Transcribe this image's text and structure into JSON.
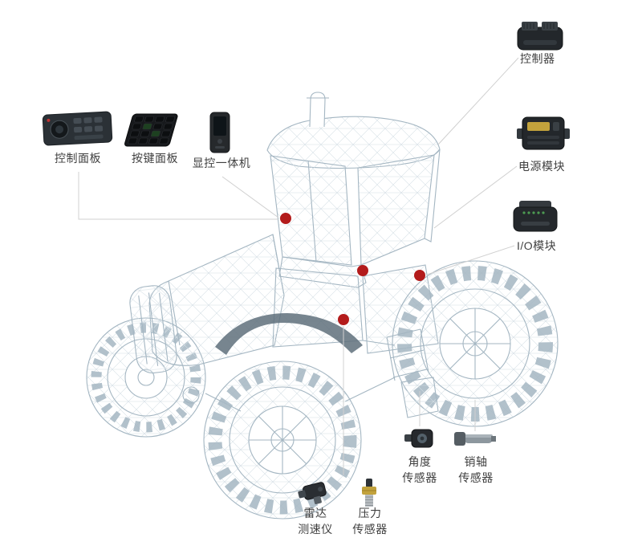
{
  "diagram": {
    "colors": {
      "background": "#ffffff",
      "marker_dot": "#b31b1b",
      "connector_line": "#d0d0d0",
      "wireframe_stroke": "#a4b6c2",
      "label_text": "#3f3f3f"
    },
    "marker_count": 4,
    "components": {
      "control_panel": {
        "label": "控制面板",
        "image": "control-panel-photo"
      },
      "keypad_panel": {
        "label": "按键面板",
        "image": "keypad-panel-photo"
      },
      "display_unit": {
        "label": "显控一体机",
        "image": "display-unit-photo"
      },
      "controller": {
        "label": "控制器",
        "image": "controller-photo"
      },
      "power_module": {
        "label": "电源模块",
        "image": "power-module-photo"
      },
      "io_module": {
        "label": "I/O模块",
        "image": "io-module-photo"
      },
      "angle_sensor": {
        "label": "角度\n传感器",
        "image": "angle-sensor-photo"
      },
      "pin_sensor": {
        "label": "销轴\n传感器",
        "image": "pin-shaft-sensor-photo"
      },
      "radar_sensor": {
        "label": "雷达\n测速仪",
        "image": "radar-speedometer-photo"
      },
      "pressure_sensor": {
        "label": "压力\n传感器",
        "image": "pressure-sensor-photo"
      }
    }
  }
}
